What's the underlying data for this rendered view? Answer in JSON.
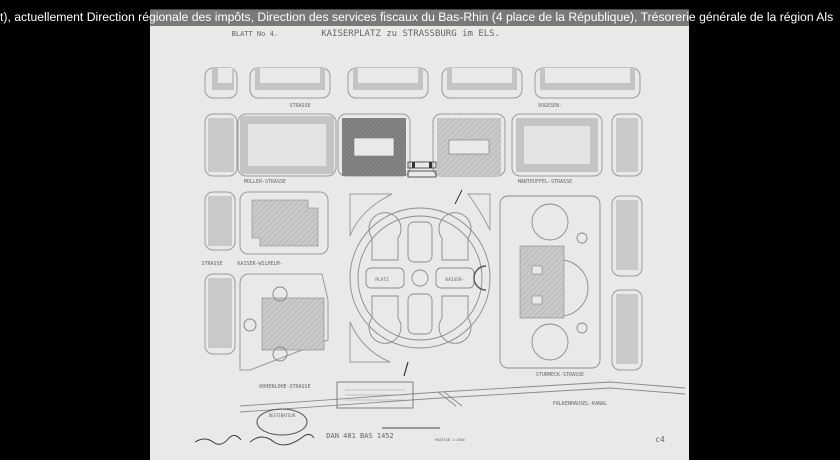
{
  "viewer": {
    "caption": "t), actuellement Direction régionale des impôts, Direction des services fiscaux du Bas-Rhin (4 place de la République), Trésorerie générale de la région Als",
    "background_color": "#000000",
    "caption_overlay_color": "#5a5a5a"
  },
  "image": {
    "description": "Mirrored architectural site plan drawing",
    "title": "KAISERPLATZ zu STRASSBURG im ELS.",
    "sheet_label": "BLATT No 4.",
    "park_labels": [
      "KAISER-",
      "PLATZ"
    ],
    "street_labels": [
      "STRASSE",
      "VOGESEN-",
      "MANTEUFFEL-STRASSE",
      "MOLLER-STRASSE",
      "KAISER-WILHELM-",
      "STRASSE",
      "HOHENLOHE-STRASSE",
      "STURMECK-STRASSE",
      "FALKENHAUSEL-KANAL"
    ],
    "archive_reference": "DAN 481 BAS 1452",
    "scale_label": "MASSTAB 1:1000",
    "stamp_text": "DESTINATEUR",
    "page_mark": "c4",
    "paper_color": "#e9e9e7",
    "line_color": "#8a8a8a",
    "shaded_block_color": "#7c7c7c"
  }
}
